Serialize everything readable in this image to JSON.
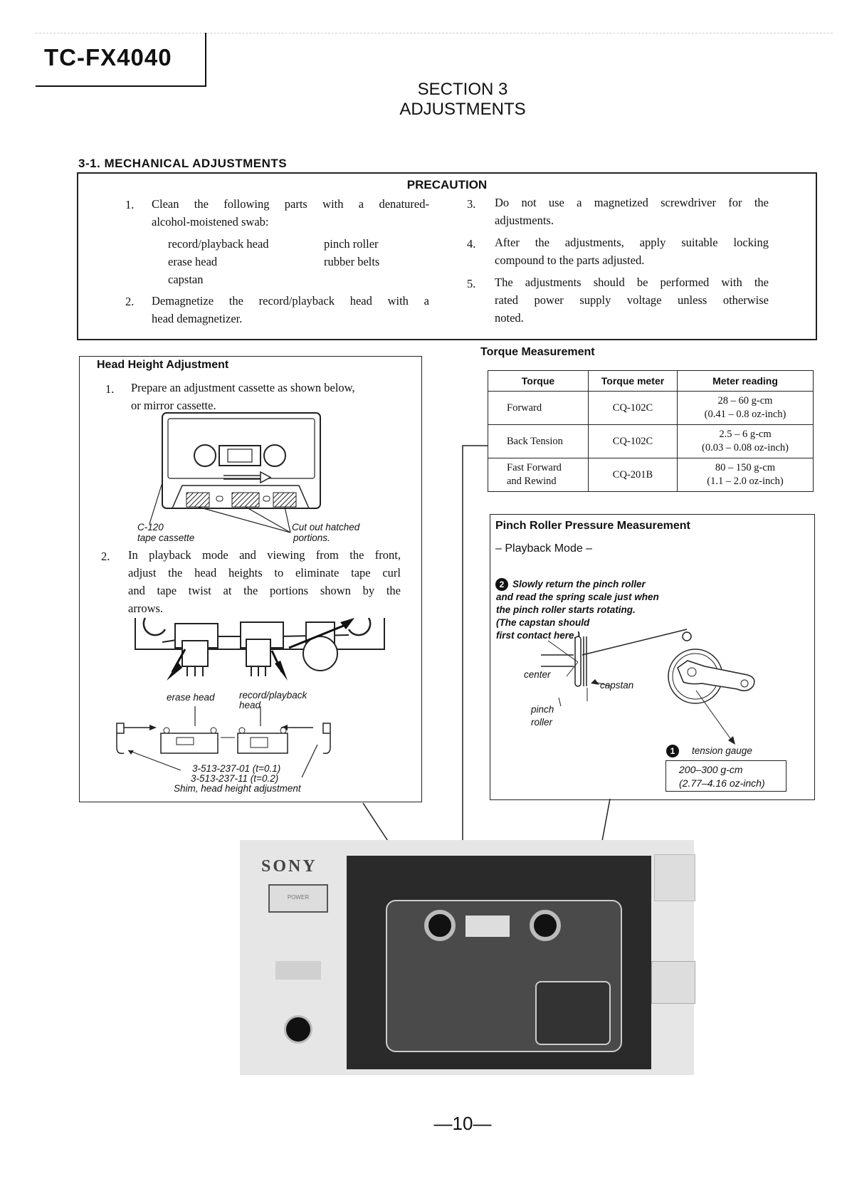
{
  "header": {
    "model": "TC-FX4040"
  },
  "section": {
    "title": "SECTION 3",
    "subtitle": "ADJUSTMENTS"
  },
  "subsection": {
    "title": "3-1.  MECHANICAL  ADJUSTMENTS"
  },
  "precaution": {
    "title": "PRECAUTION",
    "items": [
      {
        "num": "1.",
        "lines": [
          "Clean the following parts with a denatured-",
          "alcohol-moistened swab:"
        ]
      },
      {
        "num": "2.",
        "lines": [
          "Demagnetize the record/playback head with a",
          "head demagnetizer."
        ]
      },
      {
        "num": "3.",
        "lines": [
          "Do not use a magnetized screwdriver for the",
          "adjustments."
        ]
      },
      {
        "num": "4.",
        "lines": [
          "After the adjustments, apply suitable locking",
          "compound to the parts adjusted."
        ]
      },
      {
        "num": "5.",
        "lines": [
          "The adjustments should be performed with the",
          "rated power supply voltage unless otherwise",
          "noted."
        ]
      }
    ],
    "parts_col1": [
      "record/playback head",
      "erase head",
      "capstan"
    ],
    "parts_col2": [
      "pinch roller",
      "rubber belts"
    ]
  },
  "head_height": {
    "title": "Head Height Adjustment",
    "step1_num": "1.",
    "step1": [
      "Prepare an adjustment cassette as shown below,",
      "or mirror cassette."
    ],
    "cassette_label": "C-120",
    "cassette_label2": "tape cassette",
    "cutout_label": "Cut out hatched",
    "cutout_label2": "portions.",
    "step2_num": "2.",
    "step2": [
      "In playback mode and viewing from the front,",
      "adjust the head heights to eliminate tape curl",
      "and tape twist at the portions shown by the",
      "arrows."
    ],
    "erase_head": "erase head",
    "rec_head": "record/playback",
    "rec_head2": "head",
    "shim1": "3-513-237-01  (t=0.1)",
    "shim2": "3-513-237-11  (t=0.2)",
    "shim3": "Shim, head height adjustment"
  },
  "torque": {
    "title": "Torque Measurement",
    "headers": [
      "Torque",
      "Torque meter",
      "Meter reading"
    ],
    "rows": [
      {
        "torque": "Forward",
        "meter": "CQ-102C",
        "reading": "28 – 60 g-cm",
        "reading2": "(0.41 – 0.8 oz-inch)"
      },
      {
        "torque": "Back Tension",
        "meter": "CQ-102C",
        "reading": "2.5 – 6 g-cm",
        "reading2": "(0.03 – 0.08 oz-inch)"
      },
      {
        "torque": "Fast Forward",
        "torque2": "and Rewind",
        "meter": "CQ-201B",
        "reading": "80 – 150 g-cm",
        "reading2": "(1.1 – 2.0 oz-inch)"
      }
    ]
  },
  "pinch": {
    "title": "Pinch Roller Pressure Measurement",
    "mode": "– Playback Mode –",
    "note": [
      "Slowly return the pinch roller",
      "and read the spring scale just when",
      "the pinch roller starts rotating.",
      "(The capstan should",
      "first contact here.)"
    ],
    "center": "center",
    "capstan": "capstan",
    "pinch": "pinch",
    "roller": "roller",
    "gauge": "tension gauge",
    "value1": "200–300 g-cm",
    "value2": "(2.77–4.16 oz-inch)"
  },
  "device": {
    "brand": "SONY",
    "power": "POWER"
  },
  "footer": {
    "page": "—10—"
  }
}
